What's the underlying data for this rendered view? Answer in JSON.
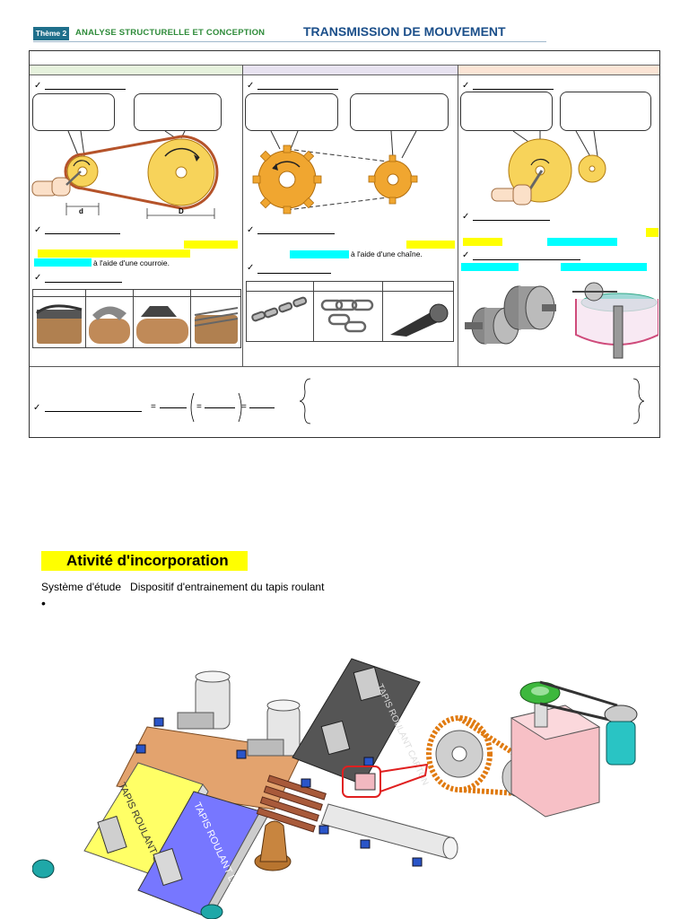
{
  "header": {
    "badge": "Thème 2",
    "subtitle": "Analyse structurelle et conception",
    "title": "TRANSMISSION DE MOUVEMENT"
  },
  "sections": {
    "belt": {
      "label_d": "d",
      "label_D": "D",
      "text": "à l'aide d'une courroie."
    },
    "chain": {
      "text": "à l'aide d'une chaîne."
    }
  },
  "formula": {
    "equals1": "=",
    "equals2": "=",
    "equals3": "="
  },
  "activity": {
    "title": "Ativité d'incorporation",
    "system_label": "Système d'étude",
    "system_value": "Dispositif d'entrainement du tapis roulant",
    "bullet": "•",
    "conveyor_labels": {
      "savon": "TAPIS ROULANT SAVON",
      "lessive": "TAPIS ROULANT LESSIVE",
      "carton": "TAPIS ROULANT CARTON"
    }
  },
  "colors": {
    "belt_header": "#e6f2dd",
    "chain_header": "#e7e2f0",
    "friction_header": "#fbe4d5",
    "highlight_yellow": "#ffff00",
    "highlight_cyan": "#00ffff",
    "pulley": "#f7d35a",
    "sprocket": "#f0a630",
    "belt": "#b5532a"
  }
}
